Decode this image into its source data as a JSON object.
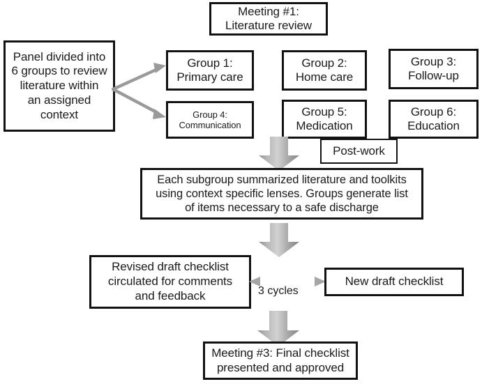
{
  "diagram": {
    "title_hidden": "Checklist development process flowchart",
    "colors": {
      "box_border": "#111111",
      "box_fill": "#ffffff",
      "text": "#1a1a1a",
      "arrow_gray_light": "#cfcfcf",
      "arrow_gray_mid": "#9a9a9a",
      "arrow_gray_dark": "#7d7d7d"
    },
    "nodes": {
      "meeting1": "Meeting #1:\nLiterature review",
      "panel": "Panel divided into\n6 groups to review\nliterature within\nan assigned\ncontext",
      "group1": "Group 1:\nPrimary care",
      "group2": "Group 2:\nHome care",
      "group3": "Group 3:\nFollow-up",
      "group4": "Group 4:\nCommunication",
      "group5": "Group 5:\nMedication",
      "group6": "Group 6:\nEducation",
      "postwork": "Post-work",
      "summary": "Each subgroup summarized literature and toolkits\nusing context specific lenses.  Groups generate list\nof items necessary to a safe discharge",
      "revised": "Revised draft checklist\ncirculated for comments\nand feedback",
      "newdraft": "New draft checklist",
      "meeting3": "Meeting #3: Final checklist\npresented and approved"
    },
    "edge_labels": {
      "cycles": "3 cycles"
    },
    "icons": {
      "branch_arrow_upper": "arrow-right-icon",
      "branch_arrow_lower": "arrow-right-icon",
      "down_arrow_1": "block-arrow-down-icon",
      "down_arrow_2": "block-arrow-down-icon",
      "down_arrow_3": "block-arrow-down-icon",
      "bidirectional_arrow": "arrow-left-right-icon"
    }
  }
}
